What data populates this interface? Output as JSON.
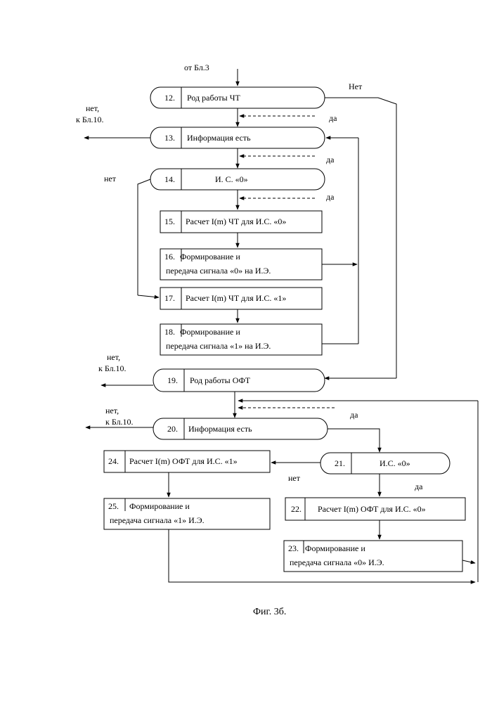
{
  "diagram": {
    "entry_label": "от Бл.3",
    "caption": "Фиг. 3б.",
    "edge_labels": {
      "no_12": "Нет",
      "yes_12": "да",
      "yes_13": "да",
      "yes_14": "да",
      "no_14": "нет",
      "yes_20": "да",
      "no_21": "нет",
      "yes_21": "да",
      "out_13_a": "нет,",
      "out_13_b": "к Бл.10.",
      "out_19_a": "нет,",
      "out_19_b": "к Бл.10.",
      "out_20_a": "нет,",
      "out_20_b": "к Бл.10."
    },
    "blocks": {
      "b12": {
        "num": "12.",
        "line1": "Род работы ЧТ"
      },
      "b13": {
        "num": "13.",
        "line1": "Информация есть"
      },
      "b14": {
        "num": "14.",
        "line1": "И. С. «0»"
      },
      "b15": {
        "num": "15.",
        "line1": "Расчет I(m)  ЧТ для И.С. «0»"
      },
      "b16": {
        "num": "16.",
        "line1": "Формирование  и",
        "line2": "передача сигнала «0» на И.Э."
      },
      "b17": {
        "num": "17.",
        "line1": "Расчет I(m) ЧТ  для И.С. «1»"
      },
      "b18": {
        "num": "18.",
        "line1": "Формирование и",
        "line2": "передача сигнала «1» на И.Э."
      },
      "b19": {
        "num": "19.",
        "line1": "Род работы ОФТ"
      },
      "b20": {
        "num": "20.",
        "line1": "Информация есть"
      },
      "b21": {
        "num": "21.",
        "line1": "И.С. «0»"
      },
      "b22": {
        "num": "22.",
        "line1": "Расчет I(m) ОФТ для И.С. «0»"
      },
      "b23": {
        "num": "23.",
        "line1": "Формирование и",
        "line2": "передача сигнала «0» И.Э."
      },
      "b24": {
        "num": "24.",
        "line1": "Расчет I(m) ОФТ для И.С. «1»"
      },
      "b25": {
        "num": "25.",
        "line1": "Формирование и",
        "line2": "передача сигнала «1» И.Э."
      }
    }
  }
}
